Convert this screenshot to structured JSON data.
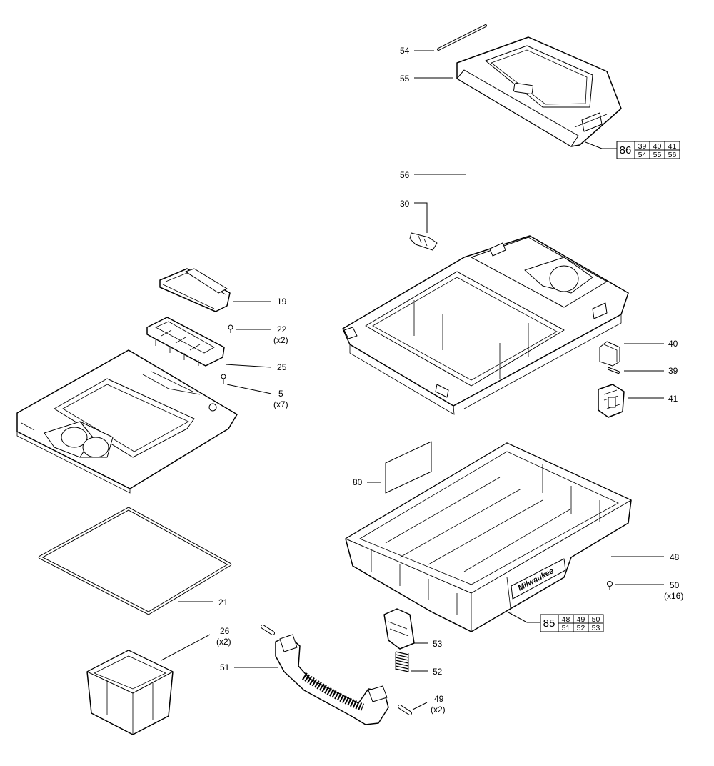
{
  "callouts": {
    "c54": "54",
    "c55": "55",
    "c56": "56",
    "c30": "30",
    "c19": "19",
    "c22": "22",
    "c22q": "(x2)",
    "c25": "25",
    "c5": "5",
    "c5q": "(x7)",
    "c40": "40",
    "c39": "39",
    "c41": "41",
    "c80": "80",
    "c48": "48",
    "c50": "50",
    "c50q": "(x16)",
    "c21": "21",
    "c26": "26",
    "c26q": "(x2)",
    "c51": "51",
    "c53": "53",
    "c52": "52",
    "c49": "49",
    "c49q": "(x2)"
  },
  "kits": {
    "kit86": {
      "number": "86",
      "parts": [
        "39",
        "40",
        "41",
        "54",
        "55",
        "56"
      ]
    },
    "kit85": {
      "number": "85",
      "parts": [
        "48",
        "49",
        "50",
        "51",
        "52",
        "53"
      ]
    }
  },
  "brand_mark": "Milwaukee"
}
